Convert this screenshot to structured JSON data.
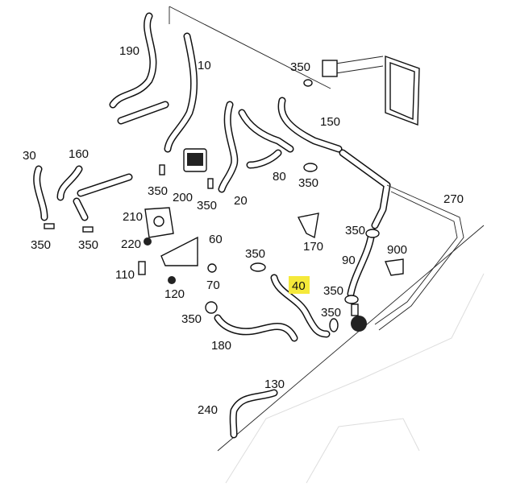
{
  "diagram": {
    "highlight_color": "#f5e93a",
    "labels": [
      {
        "id": "p190",
        "text": "190"
      },
      {
        "id": "p10",
        "text": "10"
      },
      {
        "id": "p350a",
        "text": "350"
      },
      {
        "id": "p150",
        "text": "150"
      },
      {
        "id": "p30",
        "text": "30"
      },
      {
        "id": "p160",
        "text": "160"
      },
      {
        "id": "p350b",
        "text": "350"
      },
      {
        "id": "p200",
        "text": "200"
      },
      {
        "id": "p350c",
        "text": "350"
      },
      {
        "id": "p20",
        "text": "20"
      },
      {
        "id": "p80",
        "text": "80"
      },
      {
        "id": "p350d",
        "text": "350"
      },
      {
        "id": "p270",
        "text": "270"
      },
      {
        "id": "p210",
        "text": "210"
      },
      {
        "id": "p220",
        "text": "220"
      },
      {
        "id": "p60",
        "text": "60"
      },
      {
        "id": "p350e",
        "text": "350"
      },
      {
        "id": "p350f",
        "text": "350"
      },
      {
        "id": "p170",
        "text": "170"
      },
      {
        "id": "p350g",
        "text": "350"
      },
      {
        "id": "p900",
        "text": "900"
      },
      {
        "id": "p90",
        "text": "90"
      },
      {
        "id": "p350h",
        "text": "350"
      },
      {
        "id": "p40",
        "text": "40"
      },
      {
        "id": "p350i",
        "text": "350"
      },
      {
        "id": "p110",
        "text": "110"
      },
      {
        "id": "p120",
        "text": "120"
      },
      {
        "id": "p70",
        "text": "70"
      },
      {
        "id": "p350j",
        "text": "350"
      },
      {
        "id": "p350k",
        "text": "350"
      },
      {
        "id": "p180",
        "text": "180"
      },
      {
        "id": "p130",
        "text": "130"
      },
      {
        "id": "p240",
        "text": "240"
      }
    ]
  }
}
